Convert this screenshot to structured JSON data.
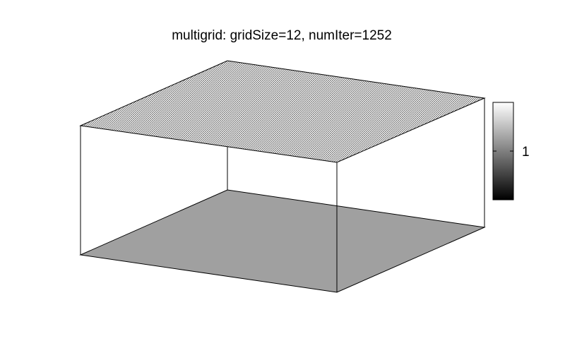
{
  "chart_data": {
    "type": "surface",
    "title": "multigrid: gridSize=12, numIter=1252",
    "surface": "flat plane at constant value",
    "z_value": 1,
    "colormap": [
      "#000000",
      "#ffffff"
    ],
    "floor_color": "#a0a0a0",
    "colorbar_ticks": [
      {
        "value": 1,
        "label": "1"
      }
    ],
    "grid": false,
    "legend": "colorbar-right"
  }
}
